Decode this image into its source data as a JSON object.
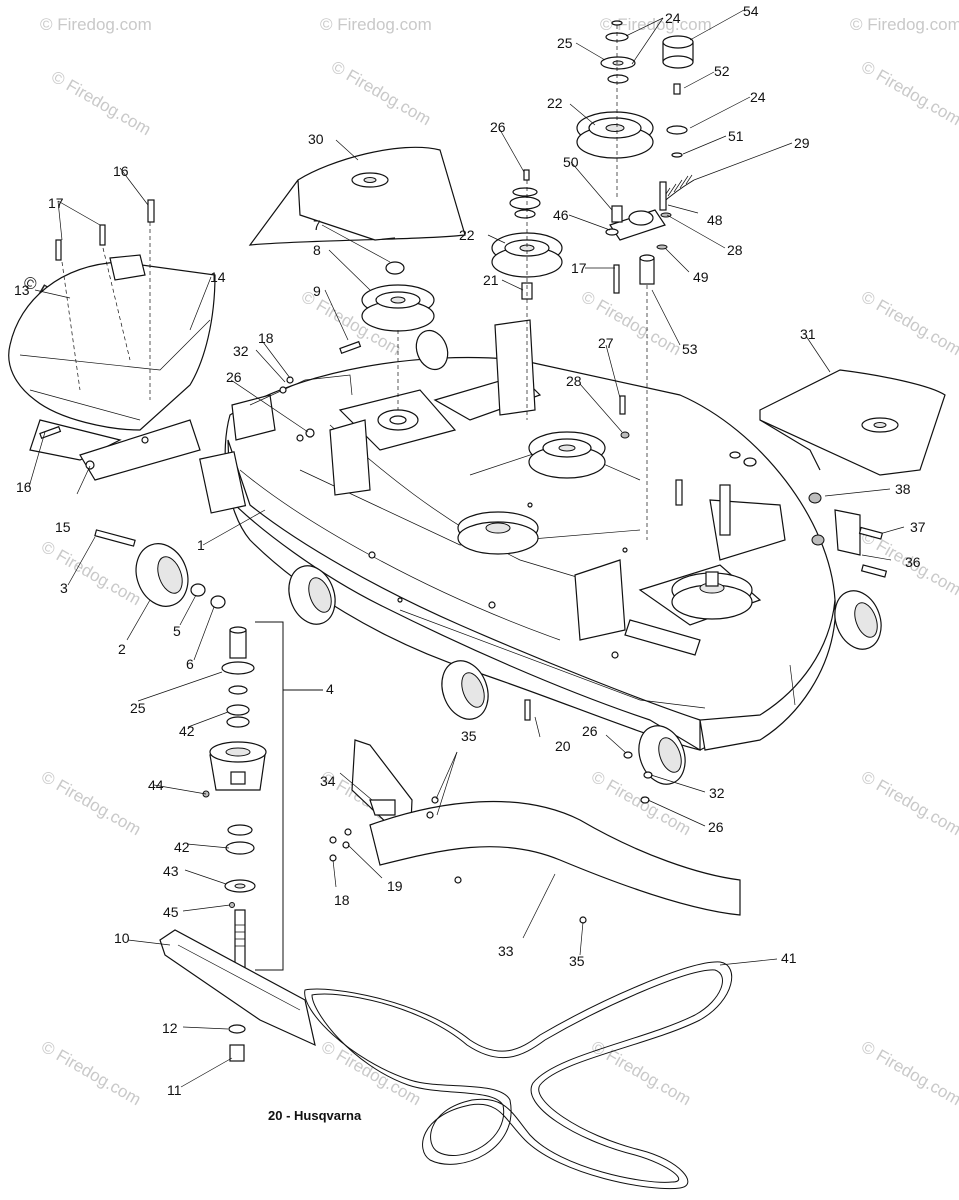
{
  "watermark": {
    "text": "© Firedog.com",
    "main_text": "© Firedog.com"
  },
  "caption": "20 - Husqvarna",
  "callouts": [
    "54",
    "24",
    "25",
    "52",
    "24",
    "22",
    "51",
    "29",
    "26",
    "50",
    "48",
    "46",
    "28",
    "22",
    "30",
    "16",
    "17",
    "7",
    "49",
    "21",
    "17",
    "14",
    "13",
    "8",
    "53",
    "9",
    "27",
    "31",
    "32",
    "18",
    "28",
    "26",
    "16",
    "38",
    "1",
    "15",
    "37",
    "36",
    "3",
    "2",
    "5",
    "4",
    "6",
    "25",
    "20",
    "26",
    "42",
    "35",
    "32",
    "44",
    "34",
    "26",
    "42",
    "19",
    "43",
    "18",
    "45",
    "33",
    "10",
    "35",
    "41",
    "12",
    "11"
  ]
}
